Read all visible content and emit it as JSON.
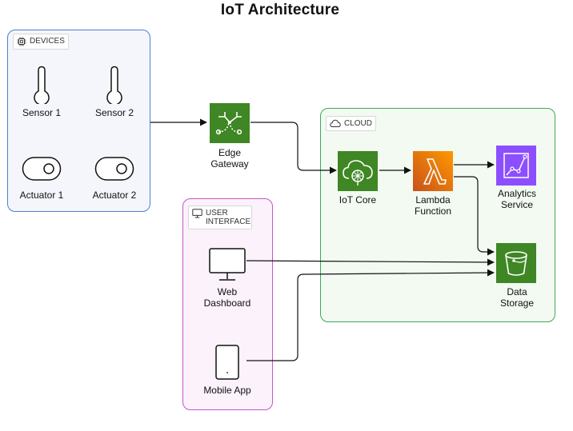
{
  "title": "IoT Architecture",
  "groups": {
    "devices": {
      "label": "DEVICES",
      "icon": "chip-icon",
      "color": "#4a7fd6"
    },
    "cloud": {
      "label": "CLOUD",
      "icon": "cloud-icon",
      "color": "#3ea85a"
    },
    "user_interface": {
      "label_line1": "USER",
      "label_line2": "INTERFACE",
      "icon": "monitor-icon",
      "color": "#c656c6"
    }
  },
  "nodes": {
    "sensor1": {
      "label": "Sensor 1",
      "icon": "thermometer-icon"
    },
    "sensor2": {
      "label": "Sensor 2",
      "icon": "thermometer-icon"
    },
    "actuator1": {
      "label": "Actuator 1",
      "icon": "toggle-icon"
    },
    "actuator2": {
      "label": "Actuator 2",
      "icon": "toggle-icon"
    },
    "edge_gateway": {
      "line1": "Edge",
      "line2": "Gateway",
      "icon": "gateway-icon",
      "color": "#3f8624"
    },
    "iot_core": {
      "label": "IoT Core",
      "icon": "iot-core-icon",
      "color": "#3f8624"
    },
    "lambda": {
      "line1": "Lambda",
      "line2": "Function",
      "icon": "lambda-icon",
      "color": "#ed7100"
    },
    "analytics": {
      "line1": "Analytics",
      "line2": "Service",
      "icon": "analytics-icon",
      "color": "#8c4fff"
    },
    "data_storage": {
      "line1": "Data",
      "line2": "Storage",
      "icon": "bucket-icon",
      "color": "#3f8624"
    },
    "web_dashboard": {
      "line1": "Web",
      "line2": "Dashboard",
      "icon": "monitor-icon"
    },
    "mobile_app": {
      "label": "Mobile App",
      "icon": "phone-icon"
    }
  },
  "connections": [
    {
      "from": "Devices",
      "to": "Edge Gateway"
    },
    {
      "from": "Edge Gateway",
      "to": "IoT Core"
    },
    {
      "from": "IoT Core",
      "to": "Lambda Function"
    },
    {
      "from": "Lambda Function",
      "to": "Analytics Service"
    },
    {
      "from": "Lambda Function",
      "to": "Data Storage"
    },
    {
      "from": "Web Dashboard",
      "to": "Data Storage"
    },
    {
      "from": "Mobile App",
      "to": "Data Storage"
    }
  ]
}
